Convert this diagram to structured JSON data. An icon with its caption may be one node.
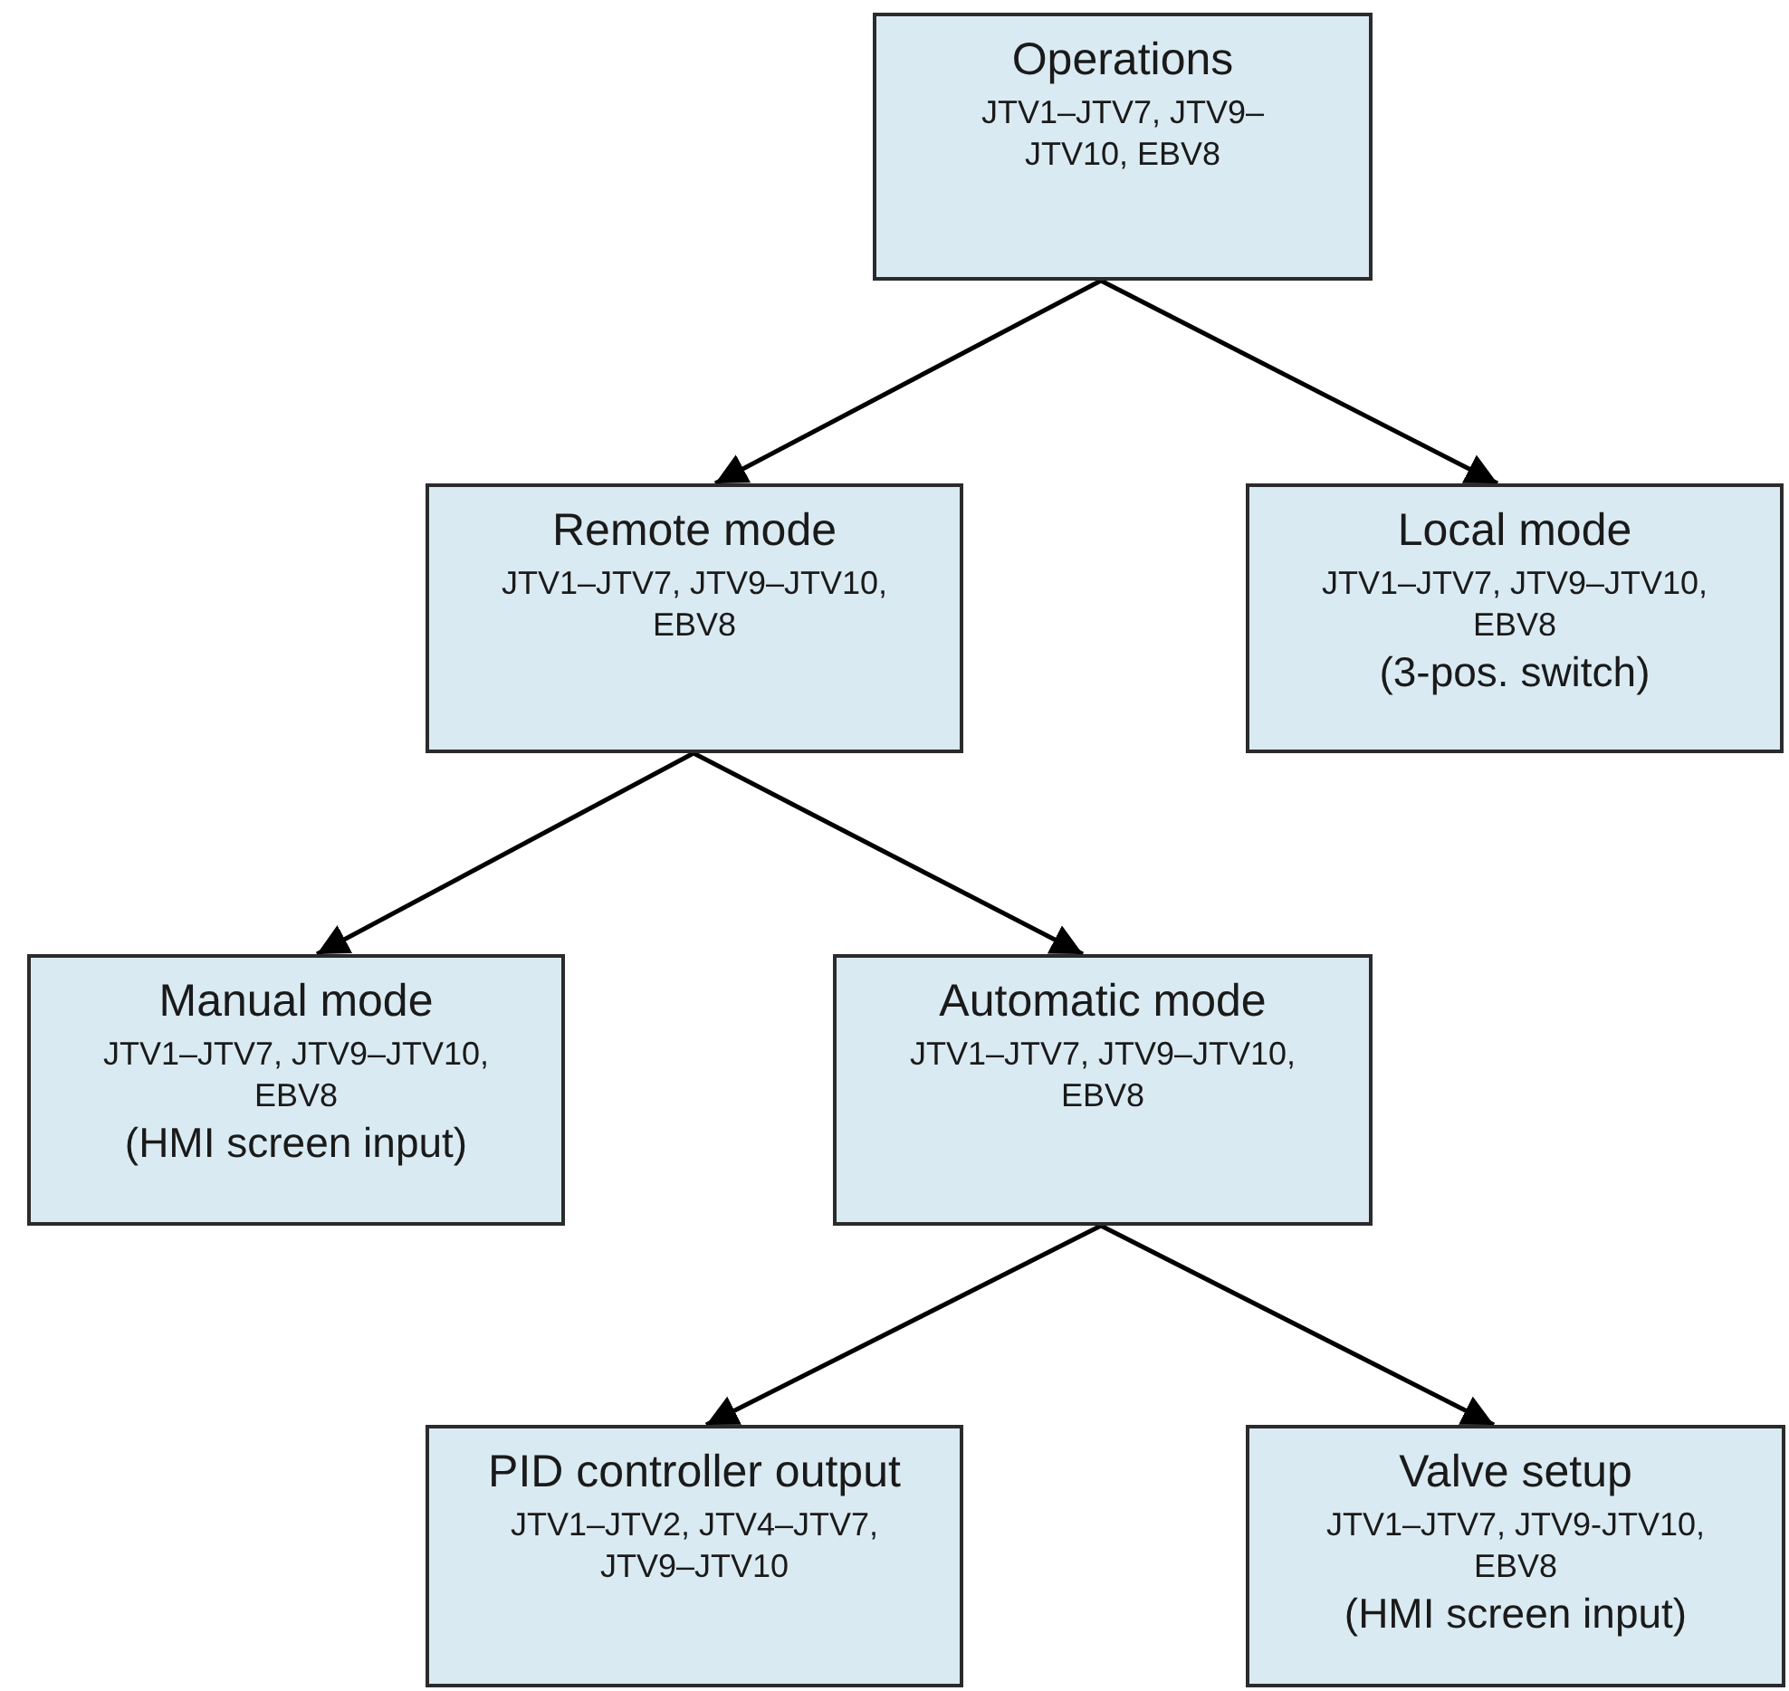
{
  "diagram": {
    "nodes": [
      {
        "text": [
          "Operations",
          "JTV1–JTV7, JTV9–JTV10, EBV8"
        ]
      },
      {
        "text": [
          "Remote mode",
          "JTV1–JTV7, JTV9–JTV10, EBV8"
        ]
      },
      {
        "text": [
          "Local mode",
          "JTV1–JTV7, JTV9–JTV10, EBV8",
          "(3-pos. switch)"
        ]
      },
      {
        "text": [
          "Manual mode",
          "JTV1–JTV7, JTV9–JTV10, EBV8",
          "(HMI screen input)"
        ]
      },
      {
        "text": [
          "Automatic mode",
          "JTV1–JTV7, JTV9–JTV10, EBV8"
        ]
      },
      {
        "text": [
          "PID controller output",
          "JTV1–JTV2, JTV4–JTV7, JTV9–JTV10"
        ]
      },
      {
        "text": [
          "Valve setup",
          "JTV1–JTV7, JTV9-JTV10, EBV8",
          "(HMI screen input)"
        ]
      }
    ],
    "edges": [
      {
        "from": 0,
        "to": 1,
        "arrow": "to"
      },
      {
        "from": 0,
        "to": 2,
        "arrow": "to"
      },
      {
        "from": 1,
        "to": 3,
        "arrow": "to"
      },
      {
        "from": 1,
        "to": 4,
        "arrow": "to"
      },
      {
        "from": 4,
        "to": 5,
        "arrow": "to"
      },
      {
        "from": 4,
        "to": 6,
        "arrow": "to"
      }
    ]
  }
}
